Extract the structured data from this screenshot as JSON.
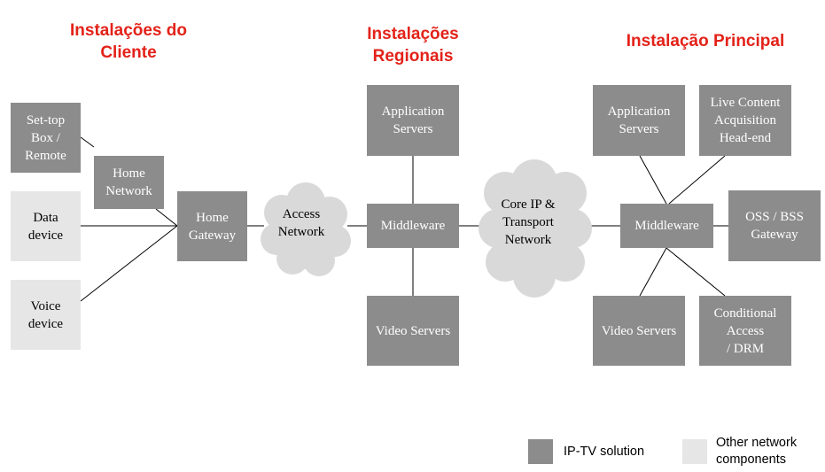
{
  "sections": {
    "client": "Instalações do\nCliente",
    "regional": "Instalações\nRegionais",
    "main": "Instalação Principal"
  },
  "client": {
    "settop": "Set-top\nBox /\nRemote",
    "data": "Data\ndevice",
    "voice": "Voice\ndevice",
    "home_network": "Home\nNetwork",
    "home_gateway": "Home\nGateway",
    "access_network": "Access\nNetwork"
  },
  "regional": {
    "app_servers": "Application\nServers",
    "middleware": "Middleware",
    "video_servers": "Video Servers"
  },
  "core_network": "Core IP &\nTransport\nNetwork",
  "main": {
    "app_servers": "Application\nServers",
    "live_content": "Live Content\nAcquisition\nHead-end",
    "middleware": "Middleware",
    "oss_bss": "OSS / BSS\nGateway",
    "video_servers": "Video Servers",
    "conditional_access": "Conditional\nAccess\n/ DRM"
  },
  "legend": {
    "iptv": "IP-TV solution",
    "other": "Other network\ncomponents"
  },
  "colors": {
    "title_red": "#e32219",
    "iptv_box": "#8c8c8c",
    "other_box": "#e6e6e6",
    "cloud": "#d9d9d9"
  }
}
